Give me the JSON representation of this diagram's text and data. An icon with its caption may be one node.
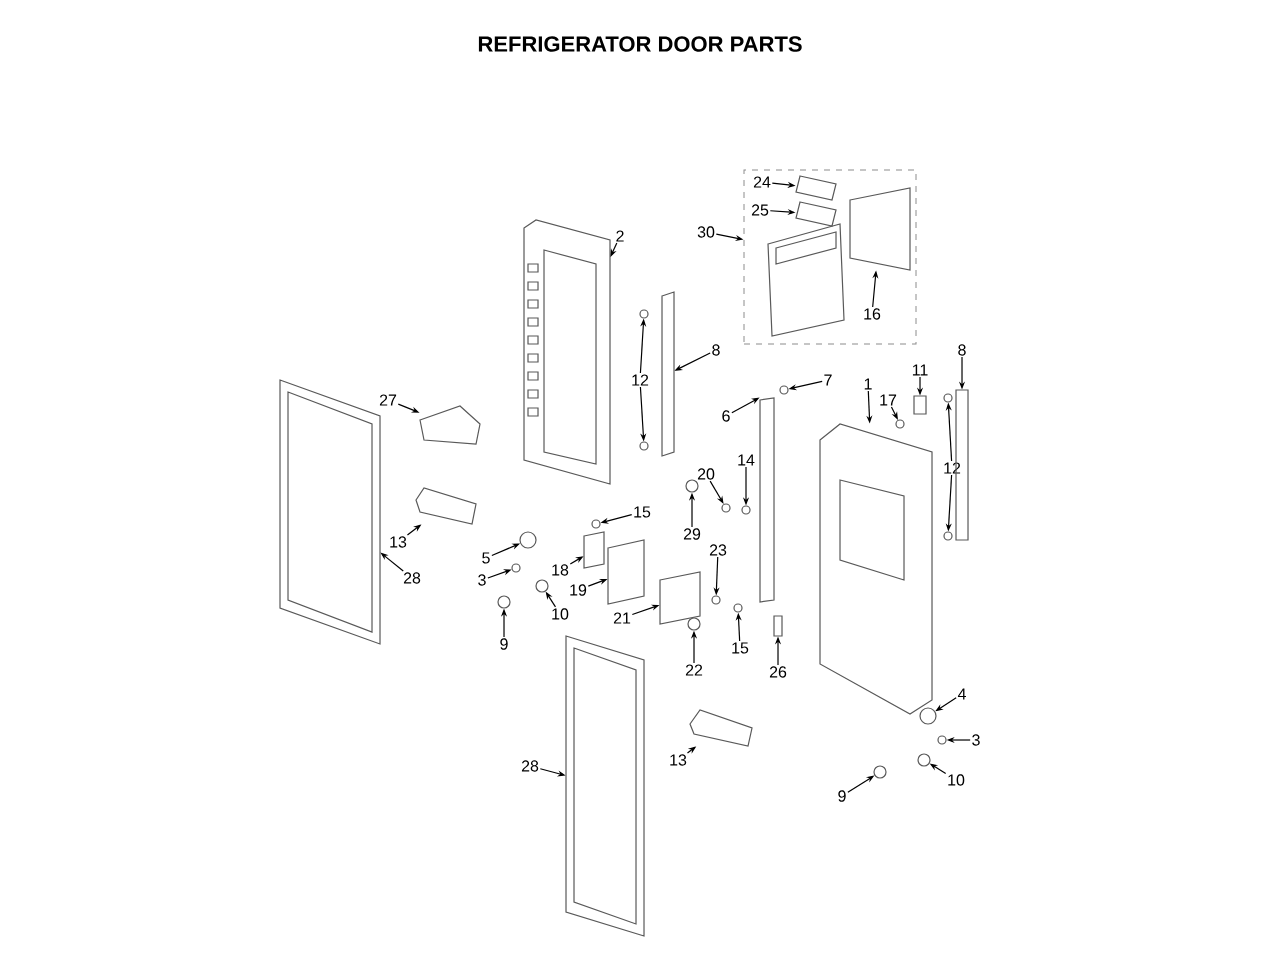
{
  "diagram": {
    "title": "REFRIGERATOR DOOR PARTS",
    "nodes": [
      {
        "text": [],
        "shape": "box"
      },
      {
        "text": [
          "24"
        ],
        "in": 0
      },
      {
        "text": [
          "25"
        ],
        "in": 0
      },
      {
        "text": [
          "30"
        ]
      },
      {
        "text": [
          "2"
        ]
      },
      {
        "text": [
          "16"
        ],
        "in": 0
      },
      {
        "text": [
          "8"
        ]
      },
      {
        "text": [
          "8"
        ]
      },
      {
        "text": [
          "12"
        ]
      },
      {
        "text": [
          "7"
        ]
      },
      {
        "text": [
          "1"
        ]
      },
      {
        "text": [
          "11"
        ]
      },
      {
        "text": [
          "27"
        ]
      },
      {
        "text": [
          "17"
        ]
      },
      {
        "text": [
          "6"
        ]
      },
      {
        "text": [
          "14"
        ]
      },
      {
        "text": [
          "12"
        ]
      },
      {
        "text": [
          "20"
        ]
      },
      {
        "text": [
          "15"
        ]
      },
      {
        "text": [
          "29"
        ]
      },
      {
        "text": [
          "13"
        ]
      },
      {
        "text": [
          "23"
        ]
      },
      {
        "text": [
          "5"
        ]
      },
      {
        "text": [
          "18"
        ]
      },
      {
        "text": [
          "28"
        ]
      },
      {
        "text": [
          "3"
        ]
      },
      {
        "text": [
          "19"
        ]
      },
      {
        "text": [
          "10"
        ]
      },
      {
        "text": [
          "21"
        ]
      },
      {
        "text": [
          "9"
        ]
      },
      {
        "text": [
          "15"
        ]
      },
      {
        "text": [
          "22"
        ]
      },
      {
        "text": [
          "26"
        ]
      },
      {
        "text": [
          "4"
        ]
      },
      {
        "text": [
          "3"
        ]
      },
      {
        "text": [
          "13"
        ]
      },
      {
        "text": [
          "28"
        ]
      },
      {
        "text": [
          "10"
        ]
      },
      {
        "text": [
          "9"
        ]
      },
      {
        "text": [],
        "shape": "picture",
        "in": 0
      },
      {
        "text": [],
        "shape": "picture",
        "in": 0
      },
      {
        "text": [],
        "shape": "picture"
      },
      {
        "text": [],
        "shape": "box",
        "in": 0
      },
      {
        "text": [],
        "shape": "box"
      },
      {
        "text": [],
        "shape": "box"
      },
      {
        "text": [],
        "shape": "circle"
      },
      {
        "text": [],
        "shape": "circle"
      },
      {
        "text": [],
        "shape": "circle"
      },
      {
        "text": [],
        "shape": "picture"
      },
      {
        "text": [],
        "shape": "box"
      },
      {
        "text": [],
        "shape": "picture"
      },
      {
        "text": [],
        "shape": "circle"
      },
      {
        "text": [],
        "shape": "box"
      },
      {
        "text": [],
        "shape": "circle"
      },
      {
        "text": [],
        "shape": "circle"
      },
      {
        "text": [],
        "shape": "circle"
      },
      {
        "text": [],
        "shape": "circle"
      },
      {
        "text": [],
        "shape": "circle"
      },
      {
        "text": [],
        "shape": "circle"
      },
      {
        "text": [],
        "shape": "picture"
      },
      {
        "text": [],
        "shape": "circle"
      },
      {
        "text": [],
        "shape": "circle"
      },
      {
        "text": [],
        "shape": "box"
      },
      {
        "text": [],
        "shape": "picture"
      },
      {
        "text": [],
        "shape": "circle"
      },
      {
        "text": [],
        "shape": "box"
      },
      {
        "text": [],
        "shape": "circle"
      },
      {
        "text": [],
        "shape": "box"
      },
      {
        "text": [],
        "shape": "circle"
      },
      {
        "text": [],
        "shape": "circle"
      },
      {
        "text": [],
        "shape": "circle"
      },
      {
        "text": [],
        "shape": "box"
      },
      {
        "text": [],
        "shape": "circle"
      },
      {
        "text": [],
        "shape": "circle"
      },
      {
        "text": [],
        "shape": "picture"
      },
      {
        "text": [],
        "shape": "picture"
      },
      {
        "text": [],
        "shape": "circle"
      },
      {
        "text": [],
        "shape": "circle"
      }
    ],
    "edges": [
      {
        "from": 1,
        "to": 39,
        "arrow": "to"
      },
      {
        "from": 2,
        "to": 40,
        "arrow": "to"
      },
      {
        "from": 3,
        "to": 0,
        "arrow": "to"
      },
      {
        "from": 4,
        "to": 41,
        "arrow": "to"
      },
      {
        "from": 5,
        "to": 42,
        "arrow": "to"
      },
      {
        "from": 6,
        "to": 43,
        "arrow": "to"
      },
      {
        "from": 7,
        "to": 44,
        "arrow": "to"
      },
      {
        "from": 8,
        "to": 45,
        "arrow": "to"
      },
      {
        "from": 8,
        "to": 46,
        "arrow": "to"
      },
      {
        "from": 9,
        "to": 47,
        "arrow": "to"
      },
      {
        "from": 10,
        "to": 48,
        "arrow": "to"
      },
      {
        "from": 11,
        "to": 49,
        "arrow": "to"
      },
      {
        "from": 12,
        "to": 50,
        "arrow": "to"
      },
      {
        "from": 13,
        "to": 51,
        "arrow": "to"
      },
      {
        "from": 14,
        "to": 52,
        "arrow": "to"
      },
      {
        "from": 15,
        "to": 53,
        "arrow": "to"
      },
      {
        "from": 16,
        "to": 54,
        "arrow": "to"
      },
      {
        "from": 16,
        "to": 55,
        "arrow": "to"
      },
      {
        "from": 17,
        "to": 56,
        "arrow": "to"
      },
      {
        "from": 18,
        "to": 57,
        "arrow": "to"
      },
      {
        "from": 19,
        "to": 58,
        "arrow": "to"
      },
      {
        "from": 20,
        "to": 59,
        "arrow": "to"
      },
      {
        "from": 21,
        "to": 60,
        "arrow": "to"
      },
      {
        "from": 22,
        "to": 61,
        "arrow": "to"
      },
      {
        "from": 23,
        "to": 62,
        "arrow": "to"
      },
      {
        "from": 24,
        "to": 63,
        "arrow": "to"
      },
      {
        "from": 25,
        "to": 64,
        "arrow": "to"
      },
      {
        "from": 26,
        "to": 65,
        "arrow": "to"
      },
      {
        "from": 27,
        "to": 66,
        "arrow": "to"
      },
      {
        "from": 28,
        "to": 67,
        "arrow": "to"
      },
      {
        "from": 29,
        "to": 68,
        "arrow": "to"
      },
      {
        "from": 30,
        "to": 69,
        "arrow": "to"
      },
      {
        "from": 31,
        "to": 70,
        "arrow": "to"
      },
      {
        "from": 32,
        "to": 71,
        "arrow": "to"
      },
      {
        "from": 33,
        "to": 72,
        "arrow": "to"
      },
      {
        "from": 34,
        "to": 73,
        "arrow": "to"
      },
      {
        "from": 35,
        "to": 74,
        "arrow": "to"
      },
      {
        "from": 36,
        "to": 75,
        "arrow": "to"
      },
      {
        "from": 37,
        "to": 76,
        "arrow": "to"
      },
      {
        "from": 38,
        "to": 77,
        "arrow": "to"
      }
    ]
  }
}
